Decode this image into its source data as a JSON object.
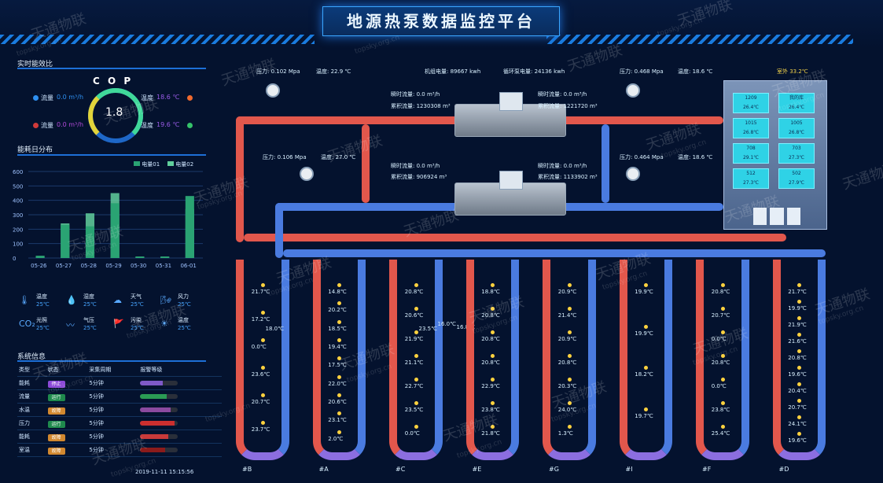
{
  "title": "地源热泵数据监控平台",
  "left": {
    "realtime_title": "实时能效比",
    "cop_label": "C O P",
    "cop_value": "1.8",
    "flow_label": "流量",
    "flow_value": "0.0 m³/h",
    "temp_label": "温度",
    "temp_value": "18.6 ℃",
    "flow2_label": "流量",
    "flow2_value": "0.0 m³/h",
    "temp2_label": "温度",
    "temp2_value": "19.6 ℃",
    "energy_title": "能耗日分布",
    "legend": [
      "电量01",
      "电量02"
    ],
    "chart": {
      "categories": [
        "05-26",
        "05-27",
        "05-28",
        "05-29",
        "05-30",
        "05-31",
        "06-01"
      ],
      "series": [
        {
          "name": "电量01",
          "values": [
            15,
            230,
            220,
            380,
            10,
            10,
            430
          ]
        },
        {
          "name": "电量02",
          "values": [
            15,
            240,
            310,
            450,
            10,
            10,
            340
          ]
        }
      ],
      "yticks": [
        "600",
        "500",
        "400",
        "300",
        "200",
        "100",
        "0"
      ]
    },
    "env": {
      "items": [
        {
          "name": "温度",
          "value": "25℃"
        },
        {
          "name": "湿度",
          "value": "25℃"
        },
        {
          "name": "天气",
          "value": "25℃"
        },
        {
          "name": "风力",
          "value": "25℃"
        },
        {
          "name": "光照",
          "value": "25℃"
        },
        {
          "name": "气压",
          "value": "25℃"
        },
        {
          "name": "污染",
          "value": "25℃"
        },
        {
          "name": "温度",
          "value": "25℃"
        }
      ]
    },
    "system_title": "系统信息",
    "table": {
      "headers": [
        "类型",
        "状态",
        "采集周期",
        "报警等级"
      ],
      "rows": [
        {
          "type": "能耗",
          "state": "停止",
          "cycle": "5分钟",
          "level": 0.6,
          "color": "#7f5ac8",
          "state_color": "#8c4ad8"
        },
        {
          "type": "流量",
          "state": "运行",
          "cycle": "5分钟",
          "level": 0.7,
          "color": "#2a9b54",
          "state_color": "#1f8a4d"
        },
        {
          "type": "水温",
          "state": "故障",
          "cycle": "5分钟",
          "level": 0.8,
          "color": "#8b4a9f",
          "state_color": "#d2882f"
        },
        {
          "type": "压力",
          "state": "运行",
          "cycle": "5分钟",
          "level": 0.9,
          "color": "#cc2f2f",
          "state_color": "#1f8a4d"
        },
        {
          "type": "能耗",
          "state": "故障",
          "cycle": "5分钟",
          "level": 0.75,
          "color": "#c83a3a",
          "state_color": "#d2882f"
        },
        {
          "type": "室温",
          "state": "故障",
          "cycle": "5分钟",
          "level": 0.65,
          "color": "#8b1b1b",
          "state_color": "#d2882f"
        }
      ],
      "footer_time": "2019-11-11 15:15:56"
    }
  },
  "top": {
    "pressure1": "压力: 0.102 Mpa",
    "temp1": "温度: 22.9 ℃",
    "meter_power": "机组电量: 89667 kwh",
    "pump_power": "循环泵电量: 24136 kwh",
    "pressure2": "压力: 0.468 Mpa",
    "temp2": "温度: 18.6 ℃",
    "outdoor": "室外 33.2℃",
    "flow_inst_1": "瞬时流量: 0.0 m³/h",
    "flow_total_1": "累积流量: 1230308 m³",
    "flow_inst_2": "瞬时流量: 0.0 m³/h",
    "flow_total_2": "累积流量: 1221720 m³",
    "pressure3": "压力: 0.106 Mpa",
    "temp3": "温度: 27.0 ℃",
    "flow_inst_3": "瞬时流量: 0.0 m³/h",
    "flow_total_3": "累积流量: 906924 m³",
    "flow_inst_4": "瞬时流量: 0.0 m³/h",
    "flow_total_4": "累积流量: 1133902 m³",
    "pressure4": "压力: 0.464 Mpa",
    "temp4": "温度: 18.6 ℃"
  },
  "building": {
    "cells": [
      {
        "a": "1209",
        "b": "26.4℃"
      },
      {
        "a": "我的库",
        "b": "26.4℃"
      },
      {
        "a": "1015",
        "b": "26.8℃"
      },
      {
        "a": "1005",
        "b": "26.8℃"
      },
      {
        "a": "708",
        "b": "29.1℃"
      },
      {
        "a": "703",
        "b": "27.3℃"
      },
      {
        "a": "512",
        "b": "27.3℃"
      },
      {
        "a": "502",
        "b": "27.9℃"
      }
    ]
  },
  "wells": [
    {
      "label": "#B",
      "values": [
        "21.7℃",
        "17.2℃",
        "0.0℃",
        "23.6℃",
        "20.7℃",
        "23.7℃"
      ],
      "extra": "18.0℃"
    },
    {
      "label": "#A",
      "values": [
        "14.8℃",
        "20.2℃",
        "18.5℃",
        "19.4℃",
        "17.5℃",
        "22.0℃",
        "20.6℃",
        "23.1℃",
        "2.0℃"
      ]
    },
    {
      "label": "#C",
      "values": [
        "20.8℃",
        "20.6℃",
        "21.9℃",
        "21.1℃",
        "22.7℃",
        "23.5℃",
        "0.0℃"
      ],
      "extra": "23.5℃",
      "extra2": "16.0℃",
      "extra3": "16.8℃"
    },
    {
      "label": "#E",
      "values": [
        "18.8℃",
        "20.8℃",
        "20.8℃",
        "20.8℃",
        "22.9℃",
        "23.8℃",
        "21.8℃"
      ]
    },
    {
      "label": "#G",
      "values": [
        "20.9℃",
        "21.4℃",
        "20.9℃",
        "20.8℃",
        "20.3℃",
        "24.0℃",
        "1.3℃"
      ]
    },
    {
      "label": "#I",
      "values": [
        "19.9℃",
        "19.9℃",
        "18.2℃",
        "19.7℃"
      ]
    },
    {
      "label": "#F",
      "values": [
        "20.8℃",
        "20.7℃",
        "0.0℃",
        "20.8℃",
        "0.0℃",
        "23.8℃",
        "25.4℃"
      ]
    },
    {
      "label": "#D",
      "values": [
        "21.7℃",
        "19.9℃",
        "21.9℃",
        "21.6℃",
        "20.8℃",
        "19.6℃",
        "20.4℃",
        "20.7℃",
        "24.1℃",
        "19.6℃"
      ]
    }
  ],
  "watermark": [
    "天通物联",
    "topsky.org.cn"
  ]
}
